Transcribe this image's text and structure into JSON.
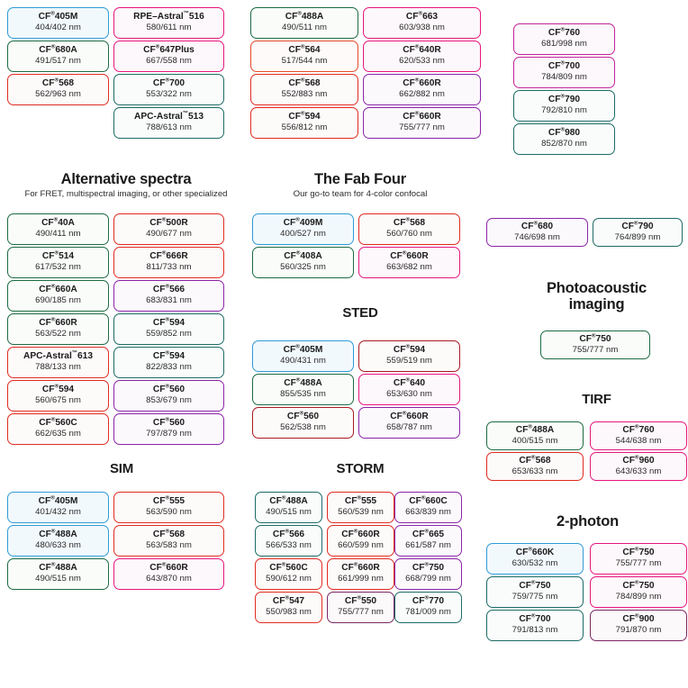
{
  "page": {
    "title": "CF Dye fluorophore selection chart",
    "background": "#ffffff"
  },
  "palette": {
    "blue": "#2e9bd6",
    "green": "#1d6b43",
    "teal": "#1c6b66",
    "red": "#e02b20",
    "orange": "#e34b28",
    "pink": "#e6167f",
    "magenta": "#c0249c",
    "purple": "#8b24a8",
    "darkred": "#a81a22",
    "plum": "#7a2763"
  },
  "sections": [
    {
      "id": "top-left",
      "title": "",
      "subtitle": "",
      "columns": [
        [
          {
            "name": "CF",
            "reg": "®",
            "suffix": "405M",
            "spec": "404/402 nm",
            "color": "blue"
          },
          {
            "name": "CF",
            "reg": "®",
            "suffix": "680A",
            "spec": "491/517 nm",
            "color": "green"
          },
          {
            "name": "CF",
            "reg": "®",
            "suffix": "568",
            "spec": "562/963 nm",
            "color": "red"
          }
        ],
        [
          {
            "name": "RPE–Astral",
            "reg": "™",
            "suffix": "516",
            "spec": "580/611 nm",
            "color": "pink"
          },
          {
            "name": "CF",
            "reg": "®",
            "suffix": "647Plus",
            "spec": "667/558 nm",
            "color": "pink"
          },
          {
            "name": "CF",
            "reg": "®",
            "suffix": "700",
            "spec": "553/322 nm",
            "color": "teal"
          },
          {
            "name": "APC-Astral",
            "reg": "™",
            "suffix": "513",
            "spec": "788/613 nm",
            "color": "teal"
          }
        ]
      ]
    },
    {
      "id": "top-mid",
      "title": "",
      "subtitle": "",
      "columns": [
        [
          {
            "name": "CF",
            "reg": "®",
            "suffix": "488A",
            "spec": "490/511 nm",
            "color": "green"
          },
          {
            "name": "CF",
            "reg": "®",
            "suffix": "564",
            "spec": "517/544 nm",
            "color": "orange"
          },
          {
            "name": "CF",
            "reg": "®",
            "suffix": "568",
            "spec": "552/883 nm",
            "color": "red"
          },
          {
            "name": "CF",
            "reg": "®",
            "suffix": "594",
            "spec": "556/812 nm",
            "color": "red"
          }
        ],
        [
          {
            "name": "CF",
            "reg": "®",
            "suffix": "663",
            "spec": "603/938 nm",
            "color": "pink"
          },
          {
            "name": "CF",
            "reg": "®",
            "suffix": "640R",
            "spec": "620/533 nm",
            "color": "pink"
          },
          {
            "name": "CF",
            "reg": "®",
            "suffix": "660R",
            "spec": "662/882 nm",
            "color": "purple"
          },
          {
            "name": "CF",
            "reg": "®",
            "suffix": "660R",
            "spec": "755/777 nm",
            "color": "purple"
          }
        ]
      ]
    },
    {
      "id": "top-right",
      "title": "",
      "subtitle": "",
      "columns": [
        [
          {
            "name": "CF",
            "reg": "®",
            "suffix": "760",
            "spec": "681/998 nm",
            "color": "magenta"
          },
          {
            "name": "CF",
            "reg": "®",
            "suffix": "700",
            "spec": "784/809 nm",
            "color": "magenta"
          },
          {
            "name": "CF",
            "reg": "®",
            "suffix": "790",
            "spec": "792/810 nm",
            "color": "teal"
          },
          {
            "name": "CF",
            "reg": "®",
            "suffix": "980",
            "spec": "852/870 nm",
            "color": "teal"
          }
        ]
      ]
    },
    {
      "id": "alternative-spectra",
      "title": "Alternative spectra",
      "subtitle": "For FRET, multispectral imaging, or other specialized",
      "columns": [
        [
          {
            "name": "CF",
            "reg": "®",
            "suffix": "40A",
            "spec": "490/411 nm",
            "color": "green"
          },
          {
            "name": "CF",
            "reg": "®",
            "suffix": "514",
            "spec": "617/532 nm",
            "color": "green"
          },
          {
            "name": "CF",
            "reg": "®",
            "suffix": "660A",
            "spec": "690/185 nm",
            "color": "green"
          },
          {
            "name": "CF",
            "reg": "®",
            "suffix": "660R",
            "spec": "563/522 nm",
            "color": "green"
          },
          {
            "name": "APC-Astral",
            "reg": "™",
            "suffix": "613",
            "spec": "788/133 nm",
            "color": "red"
          },
          {
            "name": "CF",
            "reg": "®",
            "suffix": "594",
            "spec": "560/675 nm",
            "color": "red"
          },
          {
            "name": "CF",
            "reg": "®",
            "suffix": "560C",
            "spec": "662/635 nm",
            "color": "red"
          }
        ],
        [
          {
            "name": "CF",
            "reg": "®",
            "suffix": "500R",
            "spec": "490/677 nm",
            "color": "red"
          },
          {
            "name": "CF",
            "reg": "®",
            "suffix": "666R",
            "spec": "811/733 nm",
            "color": "red"
          },
          {
            "name": "CF",
            "reg": "®",
            "suffix": "566",
            "spec": "683/831 nm",
            "color": "purple"
          },
          {
            "name": "CF",
            "reg": "®",
            "suffix": "594",
            "spec": "559/852 nm",
            "color": "teal"
          },
          {
            "name": "CF",
            "reg": "®",
            "suffix": "594",
            "spec": "822/833 nm",
            "color": "teal"
          },
          {
            "name": "CF",
            "reg": "®",
            "suffix": "560",
            "spec": "853/679 nm",
            "color": "purple"
          },
          {
            "name": "CF",
            "reg": "®",
            "suffix": "560",
            "spec": "797/879 nm",
            "color": "purple"
          }
        ]
      ]
    },
    {
      "id": "fab-four",
      "title": "The Fab Four",
      "subtitle": "Our go-to team for 4-color confocal",
      "columns": [
        [
          {
            "name": "CF",
            "reg": "®",
            "suffix": "409M",
            "spec": "400/527 nm",
            "color": "blue"
          },
          {
            "name": "CF",
            "reg": "®",
            "suffix": "408A",
            "spec": "560/325 nm",
            "color": "green"
          }
        ],
        [
          {
            "name": "CF",
            "reg": "®",
            "suffix": "568",
            "spec": "560/760 nm",
            "color": "red"
          },
          {
            "name": "CF",
            "reg": "®",
            "suffix": "660R",
            "spec": "663/682 nm",
            "color": "pink"
          }
        ]
      ]
    },
    {
      "id": "sted",
      "title": "STED",
      "subtitle": "",
      "columns": [
        [
          {
            "name": "CF",
            "reg": "®",
            "suffix": "405M",
            "spec": "490/431 nm",
            "color": "blue"
          },
          {
            "name": "CF",
            "reg": "®",
            "suffix": "488A",
            "spec": "855/535 nm",
            "color": "green"
          },
          {
            "name": "CF",
            "reg": "®",
            "suffix": "560",
            "spec": "562/538 nm",
            "color": "darkred"
          }
        ],
        [
          {
            "name": "CF",
            "reg": "®",
            "suffix": "594",
            "spec": "559/519 nm",
            "color": "darkred"
          },
          {
            "name": "CF",
            "reg": "®",
            "suffix": "640",
            "spec": "653/630 nm",
            "color": "pink"
          },
          {
            "name": "CF",
            "reg": "®",
            "suffix": "660R",
            "spec": "658/787 nm",
            "color": "purple"
          }
        ]
      ]
    },
    {
      "id": "mid-right-pair",
      "title": "",
      "subtitle": "",
      "columns": [
        [
          {
            "name": "CF",
            "reg": "®",
            "suffix": "680",
            "spec": "746/698 nm",
            "color": "purple"
          }
        ],
        [
          {
            "name": "CF",
            "reg": "®",
            "suffix": "790",
            "spec": "764/899 nm",
            "color": "teal"
          }
        ]
      ]
    },
    {
      "id": "photoacoustic",
      "title": "Photoacoustic imaging",
      "subtitle": "",
      "columns": [
        [
          {
            "name": "CF",
            "reg": "®",
            "suffix": "750",
            "spec": "755/777 nm",
            "color": "green"
          }
        ]
      ]
    },
    {
      "id": "tirf",
      "title": "TIRF",
      "subtitle": "",
      "columns": [
        [
          {
            "name": "CF",
            "reg": "®",
            "suffix": "488A",
            "spec": "400/515 nm",
            "color": "green"
          },
          {
            "name": "CF",
            "reg": "®",
            "suffix": "568",
            "spec": "653/633 nm",
            "color": "red"
          }
        ],
        [
          {
            "name": "CF",
            "reg": "®",
            "suffix": "760",
            "spec": "544/638 nm",
            "color": "pink"
          },
          {
            "name": "CF",
            "reg": "®",
            "suffix": "960",
            "spec": "643/633 nm",
            "color": "pink"
          }
        ]
      ]
    },
    {
      "id": "sim",
      "title": "SIM",
      "subtitle": "",
      "columns": [
        [
          {
            "name": "CF",
            "reg": "®",
            "suffix": "405M",
            "spec": "401/432 nm",
            "color": "blue"
          },
          {
            "name": "CF",
            "reg": "®",
            "suffix": "488A",
            "spec": "480/633 nm",
            "color": "blue"
          },
          {
            "name": "CF",
            "reg": "®",
            "suffix": "488A",
            "spec": "490/515 nm",
            "color": "green"
          }
        ],
        [
          {
            "name": "CF",
            "reg": "®",
            "suffix": "555",
            "spec": "563/590 nm",
            "color": "red"
          },
          {
            "name": "CF",
            "reg": "®",
            "suffix": "568",
            "spec": "563/583 nm",
            "color": "red"
          },
          {
            "name": "CF",
            "reg": "®",
            "suffix": "660R",
            "spec": "643/870 nm",
            "color": "pink"
          }
        ]
      ]
    },
    {
      "id": "storm",
      "title": "STORM",
      "subtitle": "",
      "columns": [
        [
          {
            "name": "CF",
            "reg": "®",
            "suffix": "488A",
            "spec": "490/515 nm",
            "color": "teal"
          },
          {
            "name": "CF",
            "reg": "®",
            "suffix": "566",
            "spec": "566/533 nm",
            "color": "teal"
          },
          {
            "name": "CF",
            "reg": "®",
            "suffix": "560C",
            "spec": "590/612 nm",
            "color": "red"
          },
          {
            "name": "CF",
            "reg": "®",
            "suffix": "547",
            "spec": "550/983 nm",
            "color": "red"
          }
        ],
        [
          {
            "name": "CF",
            "reg": "®",
            "suffix": "555",
            "spec": "560/539 nm",
            "color": "red"
          },
          {
            "name": "CF",
            "reg": "®",
            "suffix": "660R",
            "spec": "660/599 nm",
            "color": "red"
          },
          {
            "name": "CF",
            "reg": "®",
            "suffix": "660R",
            "spec": "661/999 nm",
            "color": "red"
          },
          {
            "name": "CF",
            "reg": "®",
            "suffix": "550",
            "spec": "755/777 nm",
            "color": "plum"
          }
        ],
        [
          {
            "name": "CF",
            "reg": "®",
            "suffix": "660C",
            "spec": "663/839 nm",
            "color": "purple"
          },
          {
            "name": "CF",
            "reg": "®",
            "suffix": "665",
            "spec": "661/587 nm",
            "color": "purple"
          },
          {
            "name": "CF",
            "reg": "®",
            "suffix": "750",
            "spec": "668/799 nm",
            "color": "purple"
          },
          {
            "name": "CF",
            "reg": "®",
            "suffix": "770",
            "spec": "781/009 nm",
            "color": "teal"
          }
        ]
      ]
    },
    {
      "id": "two-photon",
      "title": "2-photon",
      "subtitle": "",
      "columns": [
        [
          {
            "name": "CF",
            "reg": "®",
            "suffix": "660K",
            "spec": "630/532 nm",
            "color": "blue"
          },
          {
            "name": "CF",
            "reg": "®",
            "suffix": "750",
            "spec": "759/775 nm",
            "color": "teal"
          },
          {
            "name": "CF",
            "reg": "®",
            "suffix": "700",
            "spec": "791/813 nm",
            "color": "teal"
          }
        ],
        [
          {
            "name": "CF",
            "reg": "®",
            "suffix": "750",
            "spec": "755/777 nm",
            "color": "pink"
          },
          {
            "name": "CF",
            "reg": "®",
            "suffix": "750",
            "spec": "784/899 nm",
            "color": "pink"
          },
          {
            "name": "CF",
            "reg": "®",
            "suffix": "900",
            "spec": "791/870 nm",
            "color": "plum"
          }
        ]
      ]
    }
  ]
}
